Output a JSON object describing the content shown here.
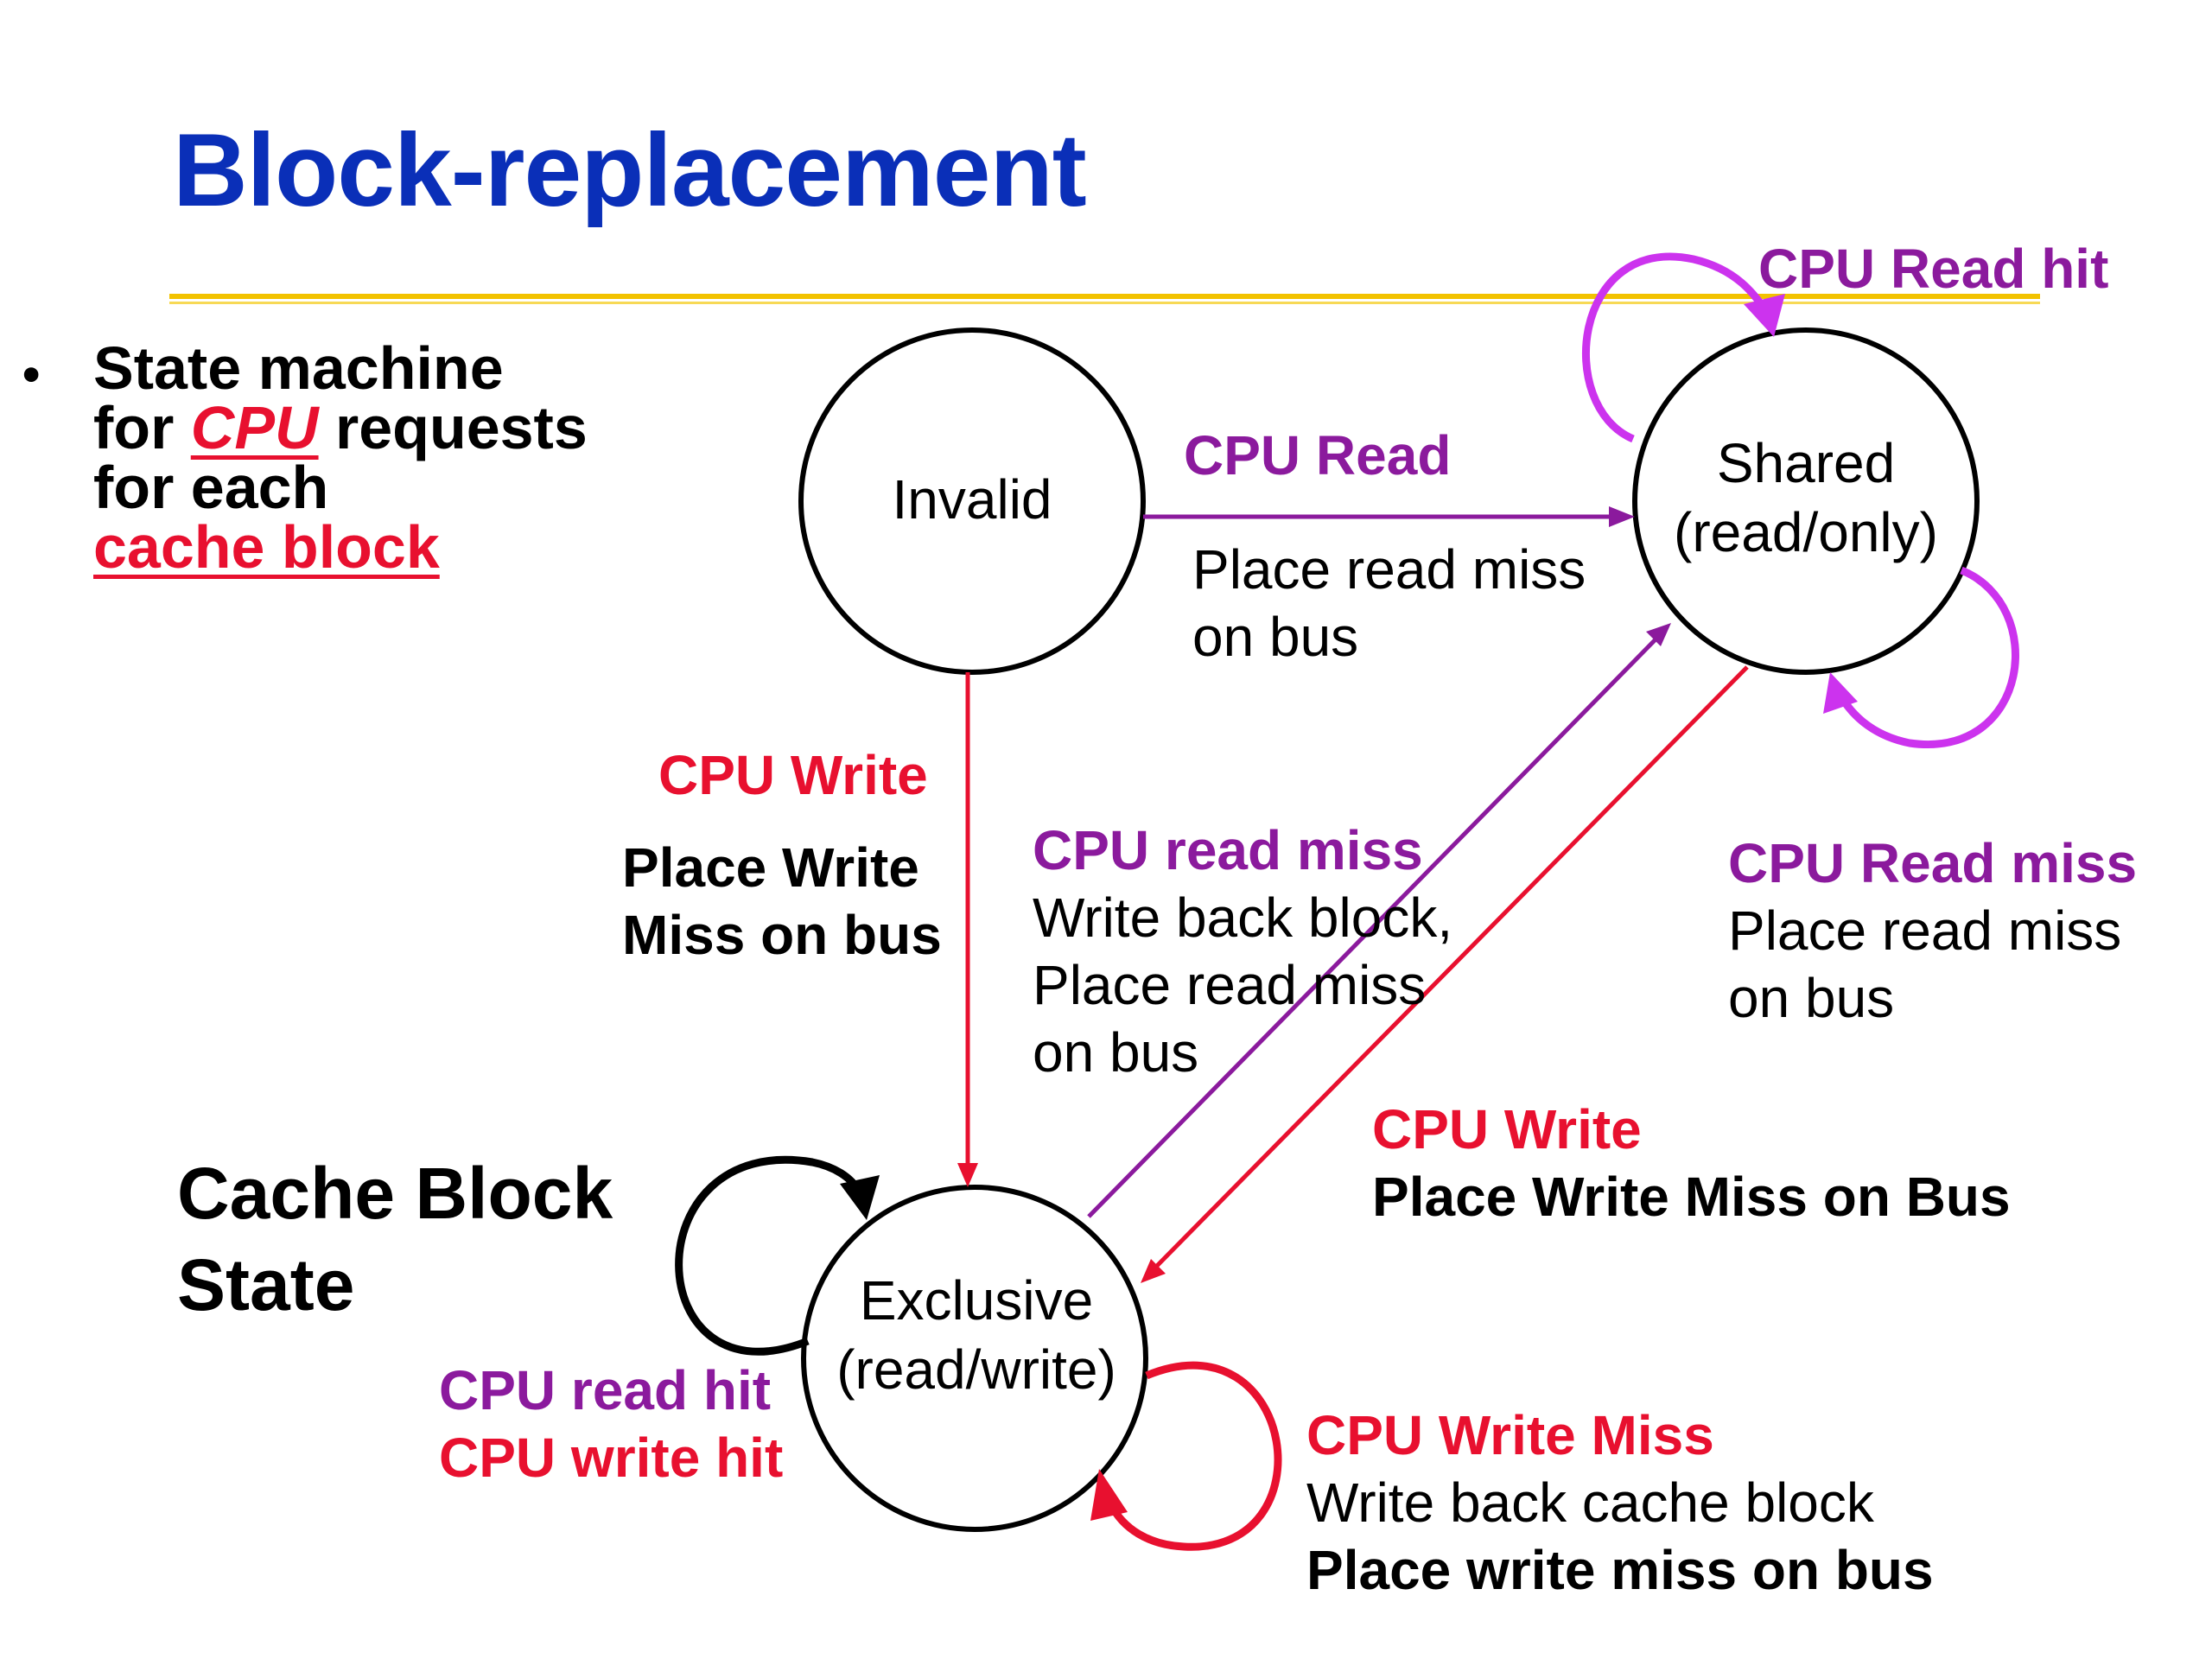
{
  "title": "Block-replacement",
  "bullet": {
    "line1": "State machine",
    "for": "for ",
    "cpu": "CPU",
    "requests": " requests",
    "line3": "for each",
    "cache_block": "cache block"
  },
  "legend": {
    "line1": "Cache Block",
    "line2": "State"
  },
  "states": {
    "invalid": "Invalid",
    "shared_line1": "Shared",
    "shared_line2": "(read/only)",
    "exclusive_line1": "Exclusive",
    "exclusive_line2": "(read/write)"
  },
  "transitions": {
    "invalid_to_shared": {
      "event": "CPU Read",
      "action_line1": "Place read miss",
      "action_line2": "on bus"
    },
    "invalid_to_exclusive": {
      "event": "CPU Write",
      "action_line1": "Place Write",
      "action_line2": "Miss on bus"
    },
    "exclusive_to_shared": {
      "event": "CPU read miss",
      "action_line1": "Write back block,",
      "action_line2": "Place read miss",
      "action_line3": "on bus"
    },
    "shared_self_read_miss": {
      "event": "CPU Read miss",
      "action_line1": "Place read miss",
      "action_line2": "on bus"
    },
    "shared_to_exclusive": {
      "event": "CPU Write",
      "action": "Place Write Miss on Bus"
    },
    "shared_self_read_hit": {
      "event": "CPU Read hit"
    },
    "exclusive_self_hit": {
      "event_line1": "CPU read hit",
      "event_line2": "CPU write hit"
    },
    "exclusive_self_write_miss": {
      "event": "CPU Write Miss",
      "action_line1": "Write back cache block",
      "action_line2": "Place write miss on bus"
    }
  },
  "colors": {
    "title": "#0a2fb8",
    "purple": "#8b1a9d",
    "red": "#e8102f",
    "magenta": "#cc33ee",
    "rule": "#f2c200"
  }
}
